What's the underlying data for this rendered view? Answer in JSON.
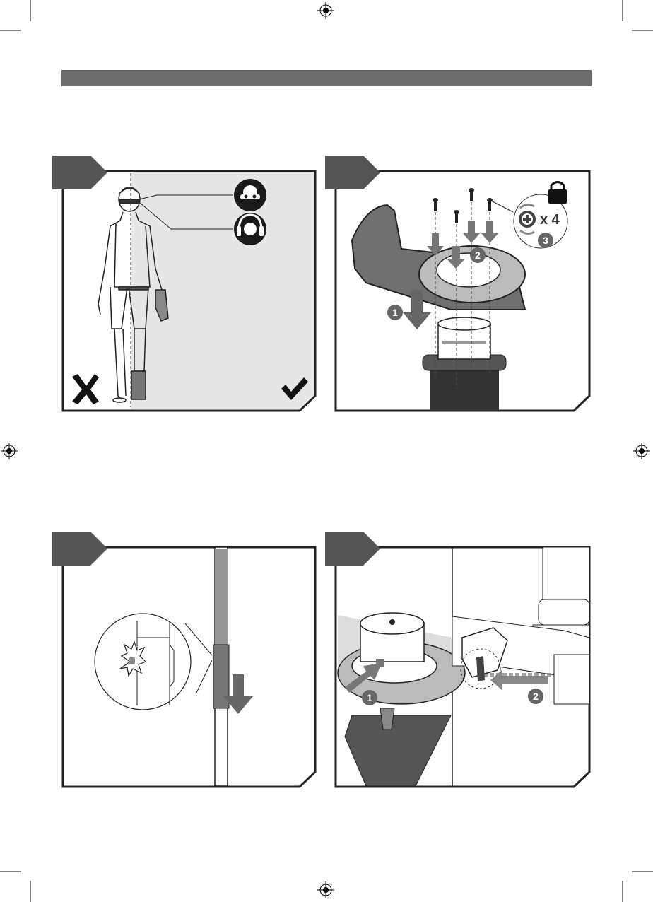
{
  "document": {
    "header_bar_color": "#6d6d6d",
    "panel_fill_color": "#e6e6e6",
    "callout_color": "#666666"
  },
  "figures": [
    {
      "name": "protective-equipment",
      "icons": [
        "safety-glasses-icon",
        "ear-protection-icon",
        "cross-mark-icon",
        "check-mark-icon"
      ]
    },
    {
      "name": "guard-installation",
      "steps": [
        "1",
        "2",
        "3"
      ],
      "screw_count_text": "x 4",
      "icons": [
        "lock-icon",
        "screwdriver-head-icon",
        "rotate-arrows-icon"
      ]
    },
    {
      "name": "shaft-latch",
      "icons": [
        "click-burst-icon",
        "down-arrow-icon"
      ]
    },
    {
      "name": "spool-release",
      "steps": [
        "1",
        "2"
      ],
      "icons": [
        "push-arrow-icon",
        "slide-arrow-icon"
      ]
    }
  ]
}
